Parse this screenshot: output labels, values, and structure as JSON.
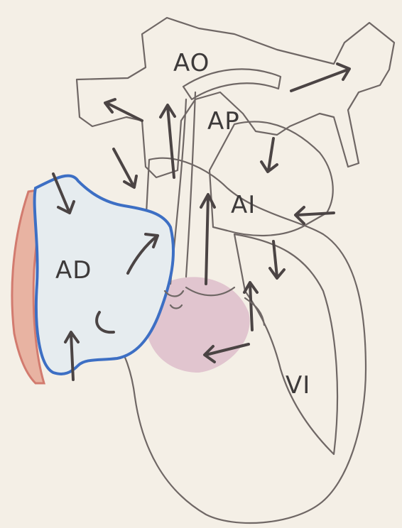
{
  "diagram": {
    "labels": {
      "aorta": "AO",
      "pulmonary_artery": "AP",
      "left_atrium": "AI",
      "right_atrium": "AD",
      "left_ventricle": "VI"
    },
    "colors": {
      "paper": "#f4efe6",
      "vessel_pink": "#e7cfd6",
      "atrium_pink": "#e9b8b8",
      "ventricle_peach": "#f0cab8",
      "right_atrium_fill": "#e6ecef",
      "right_atrium_outline": "#3d6fc4",
      "vena_cava_red": "#d27b6f",
      "pencil": "#6f6765",
      "arrow": "#4b4444"
    }
  }
}
